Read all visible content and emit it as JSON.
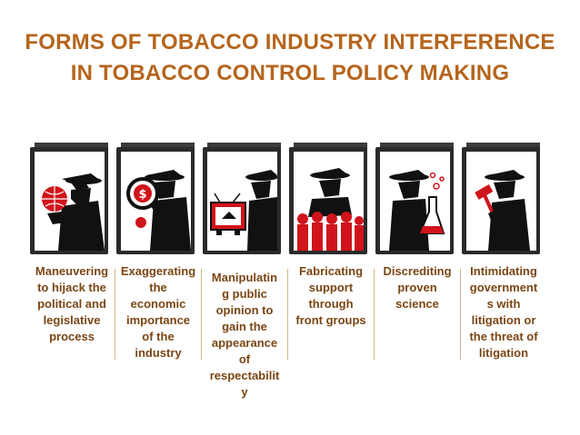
{
  "title": {
    "line1": "FORMS OF TOBACCO INDUSTRY INTERFERENCE",
    "line2": "IN TOBACCO CONTROL POLICY MAKING"
  },
  "colors": {
    "title": "#b5651d",
    "caption": "#7a4513",
    "accent_red": "#d0141b",
    "frame": "#2a2a2a"
  },
  "items": [
    {
      "icon": "spy-with-globe-icon",
      "lines": [
        "Maneuvering",
        "to hijack the",
        "political and",
        "legislative",
        "process"
      ]
    },
    {
      "icon": "spy-with-magnifier-icon",
      "lines": [
        "Exaggerating",
        "the",
        "economic",
        "importance",
        "of the",
        "industry"
      ]
    },
    {
      "icon": "spy-with-television-icon",
      "lines": [
        "Manipulatin",
        "g public",
        "opinion to",
        "gain the",
        "appearance",
        "of",
        "respectabilit",
        "y"
      ]
    },
    {
      "icon": "spy-with-crowd-icon",
      "lines": [
        "Fabricating",
        "support",
        "through",
        "front groups"
      ]
    },
    {
      "icon": "spy-with-flask-icon",
      "lines": [
        "Discrediting",
        "proven",
        "science"
      ]
    },
    {
      "icon": "spy-with-gavel-icon",
      "lines": [
        "Intimidating",
        "government",
        "s with",
        "litigation or",
        "the threat of",
        "litigation"
      ]
    }
  ]
}
